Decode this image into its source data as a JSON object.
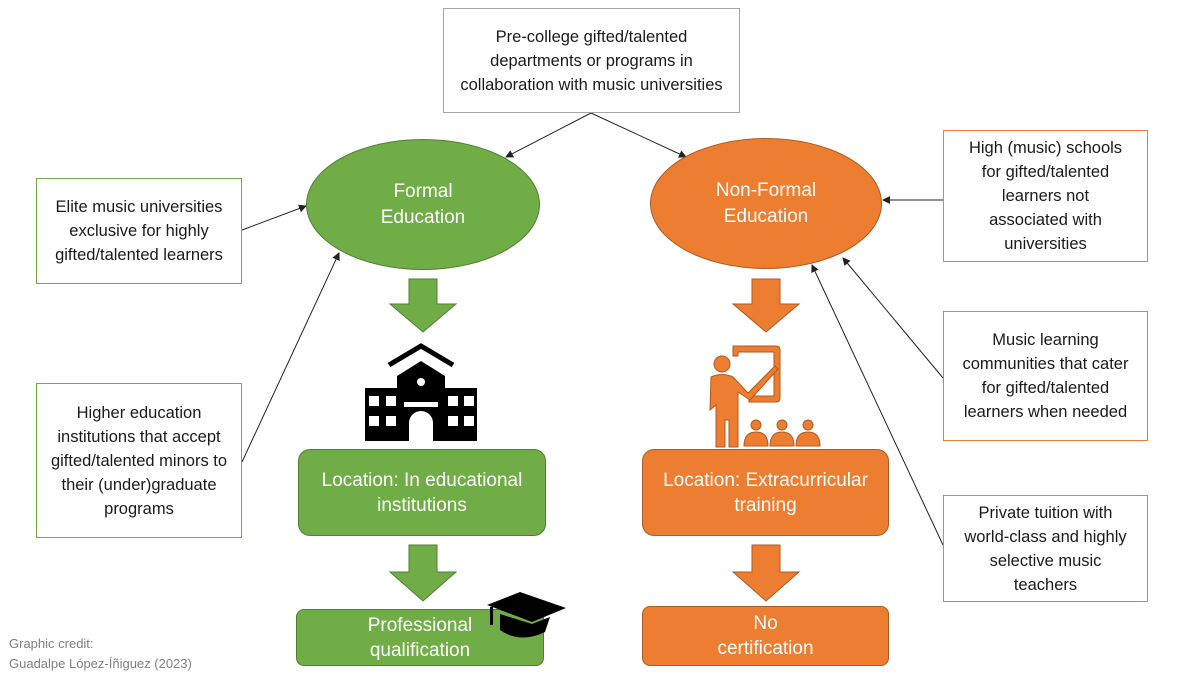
{
  "top_box": {
    "text": "Pre-college gifted/talented departments or programs in collaboration with music universities"
  },
  "formal": {
    "title": "Formal Education",
    "location": "Location: In educational institutions",
    "outcome": "Professional qualification",
    "sources": [
      "Elite music universities exclusive for highly gifted/talented learners",
      "Higher education institutions that accept gifted/talented minors to their (under)graduate programs"
    ],
    "color": "#70AD47"
  },
  "non_formal": {
    "title": "Non-Formal Education",
    "location": "Location: Extracurricular training",
    "outcome": "No certification",
    "sources": [
      "High (music) schools for gifted/talented learners not associated with universities",
      "Music learning communities that cater for gifted/talented learners when needed",
      "Private tuition with world-class and highly selective music teachers"
    ],
    "color": "#ED7D31"
  },
  "credit": {
    "line1": "Graphic credit:",
    "line2": "Guadalpe López-Íñiguez (2023)"
  }
}
